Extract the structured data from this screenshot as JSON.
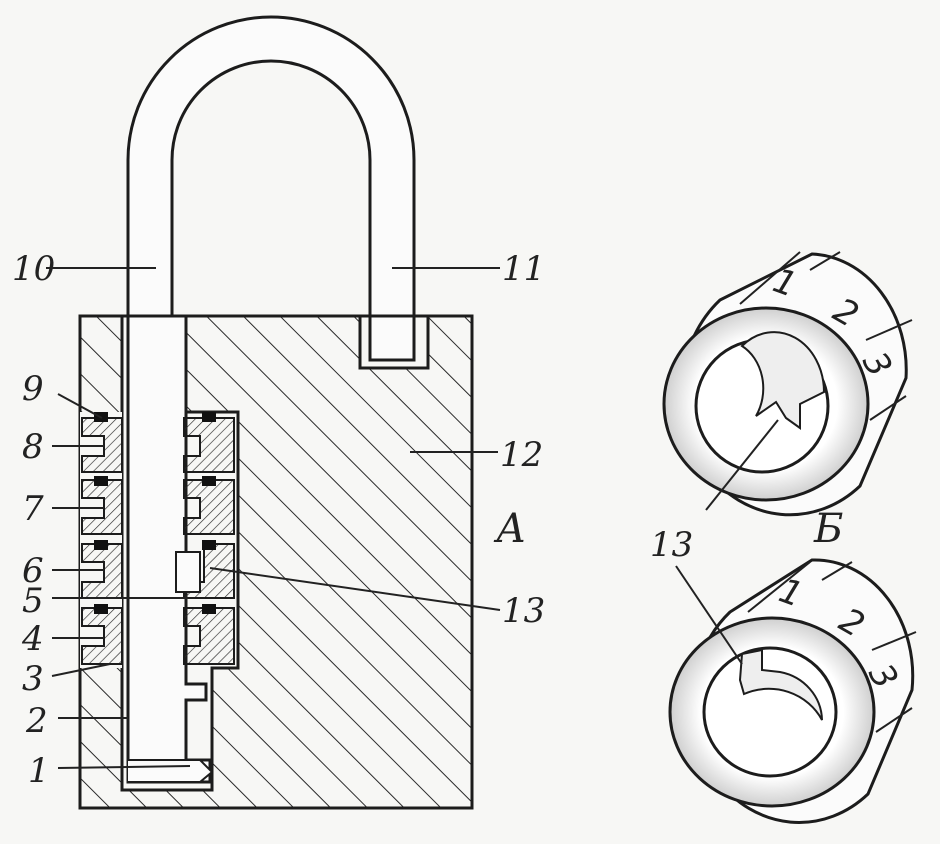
{
  "labels": {
    "l1": "1",
    "l2": "2",
    "l3": "3",
    "l4": "4",
    "l5": "5",
    "l6": "6",
    "l7": "7",
    "l8": "8",
    "l9": "9",
    "l10": "10",
    "l11": "11",
    "l12": "12",
    "l13_left": "13",
    "l13_right": "13"
  },
  "views": {
    "view_a": "А",
    "view_b": "Б"
  },
  "dials": {
    "top": [
      "1",
      "2",
      "3"
    ],
    "bottom": [
      "1",
      "2",
      "3"
    ]
  }
}
